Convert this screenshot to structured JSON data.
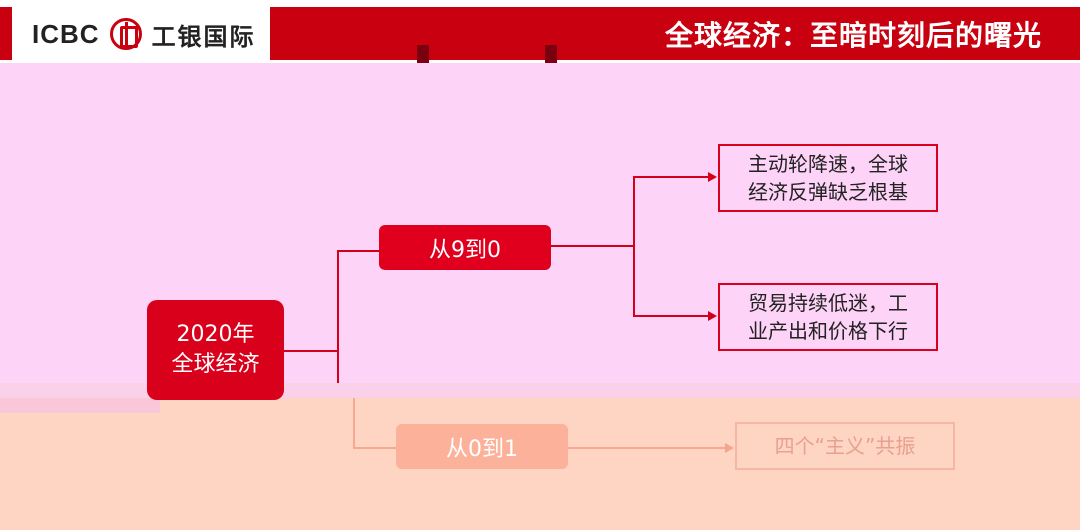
{
  "header": {
    "logo_text": "ICBC",
    "logo_cn": "工银国际",
    "title": "全球经济：至暗时刻后的曙光"
  },
  "diagram": {
    "root": {
      "line1": "2020年",
      "line2": "全球经济"
    },
    "branch_a": {
      "label": "从9到0",
      "leaves": [
        {
          "line1": "主动轮降速，全球",
          "line2": "经济反弹缺乏根基"
        },
        {
          "line1": "贸易持续低迷，工",
          "line2": "业产出和价格下行"
        }
      ]
    },
    "branch_b": {
      "label": "从0到1",
      "leaf": "四个“主义”共振"
    }
  },
  "colors": {
    "brand_red": "#c8000f",
    "node_red": "#d9001b",
    "pink_bg": "#fdd3f7",
    "peach_bg": "#fed4c2",
    "faded_node": "#fbb19a"
  }
}
